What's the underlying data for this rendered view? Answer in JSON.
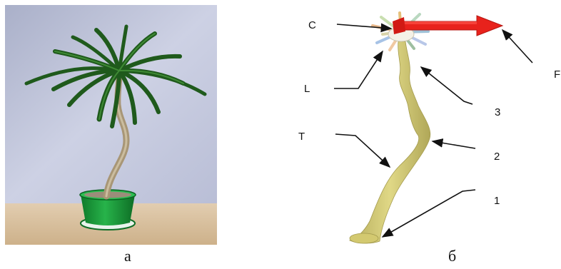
{
  "captions": {
    "left": "а",
    "right": "б"
  },
  "labels": {
    "C": "C",
    "L": "L",
    "F": "F",
    "T": "T",
    "n3": "3",
    "n2": "2",
    "n1": "1"
  },
  "colors": {
    "wall": "#c7cbe0",
    "table": "#d9c2a0",
    "pot": "#1c9b3c",
    "trunk_photo": "#a89676",
    "leaf": "#1f5a1c",
    "trunk_model": "#d8cf77",
    "force_arrow": "#e8221c"
  }
}
